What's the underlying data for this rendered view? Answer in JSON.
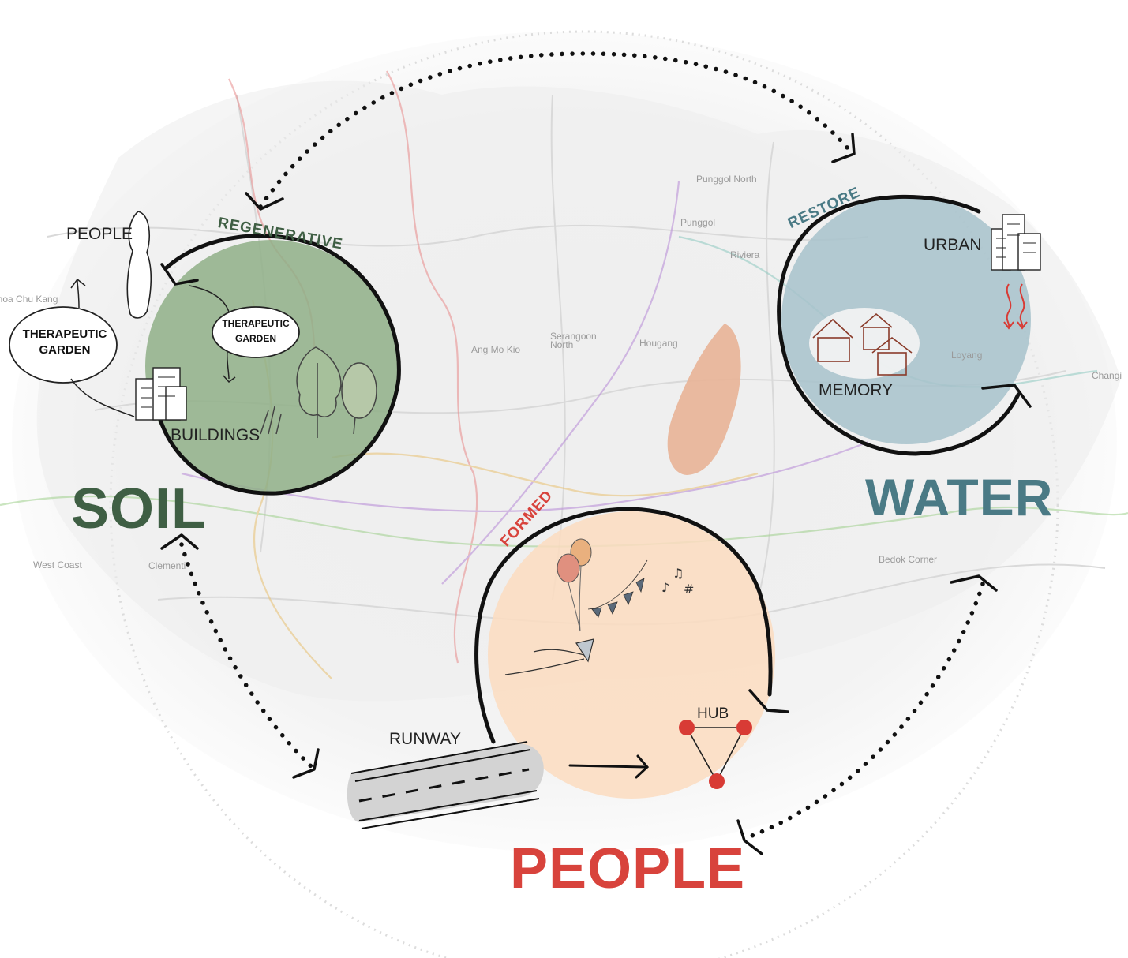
{
  "map": {
    "places": [
      {
        "id": "punggol-north",
        "name": "Punggol North"
      },
      {
        "id": "punggol",
        "name": "Punggol"
      },
      {
        "id": "riviera",
        "name": "Riviera"
      },
      {
        "id": "ang-mo-kio",
        "name": "Ang Mo Kio"
      },
      {
        "id": "serangoon-north",
        "name": "Serangoon North"
      },
      {
        "id": "hougang",
        "name": "Hougang"
      },
      {
        "id": "loyang",
        "name": "Loyang"
      },
      {
        "id": "changi",
        "name": "Changi"
      },
      {
        "id": "bedok-corner",
        "name": "Bedok Corner"
      },
      {
        "id": "west-coast",
        "name": "West Coast"
      },
      {
        "id": "clementi",
        "name": "Clementi"
      },
      {
        "id": "choa-chu-kang",
        "name": "Choa Chu Kang"
      }
    ]
  },
  "nodes": {
    "soil": {
      "title": "SOIL",
      "arc_label": "REGENERATIVE",
      "people_label": "PEOPLE",
      "garden_outer": "THERAPEUTIC GARDEN",
      "garden_inner": "THERAPEUTIC GARDEN",
      "buildings_label": "BUILDINGS",
      "color": "#3f5f44",
      "fill": "#8faf87"
    },
    "water": {
      "title": "WATER",
      "arc_label": "RESTORE",
      "urban_label": "URBAN",
      "memory_label": "MEMORY",
      "color": "#4a7a85",
      "fill": "#a7c2cb"
    },
    "people": {
      "title": "PEOPLE",
      "arc_label": "FORMED",
      "hub_label": "HUB",
      "runway_label": "RUNWAY",
      "color": "#d8433c",
      "fill": "#fbdcbf"
    }
  },
  "colors": {
    "link_dotted": "#111111",
    "hub_node": "#d83b35",
    "heat_arrow": "#d83b35",
    "runway": "#d3d3d3",
    "reservoir": "#e8b296"
  }
}
